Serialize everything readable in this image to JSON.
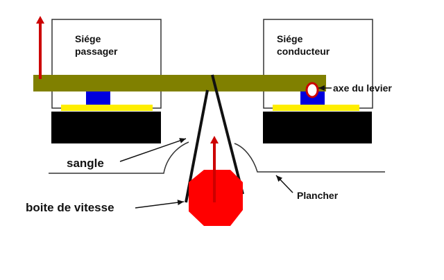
{
  "labels": {
    "passenger_seat_line1": "Siége",
    "passenger_seat_line2": "passager",
    "driver_seat_line1": "Siége",
    "driver_seat_line2": "conducteur",
    "lever_axis": "axe du levier",
    "strap": "sangle",
    "floor": "Plancher",
    "gearbox": "boite de vitesse"
  },
  "colors": {
    "seat_outline": "#333333",
    "lever_bar": "#808000",
    "seat_base": "#000000",
    "seat_rail": "#ffee00",
    "seat_bracket": "#0000dd",
    "gearbox": "#ff0000",
    "arrow_force": "#cc0000",
    "floor_line": "#333333",
    "strap": "#111111"
  },
  "icons": {
    "force_arrow": "up-arrow-icon",
    "pointer_arrow": "leader-arrow-icon",
    "pivot": "pivot-circle-icon"
  }
}
